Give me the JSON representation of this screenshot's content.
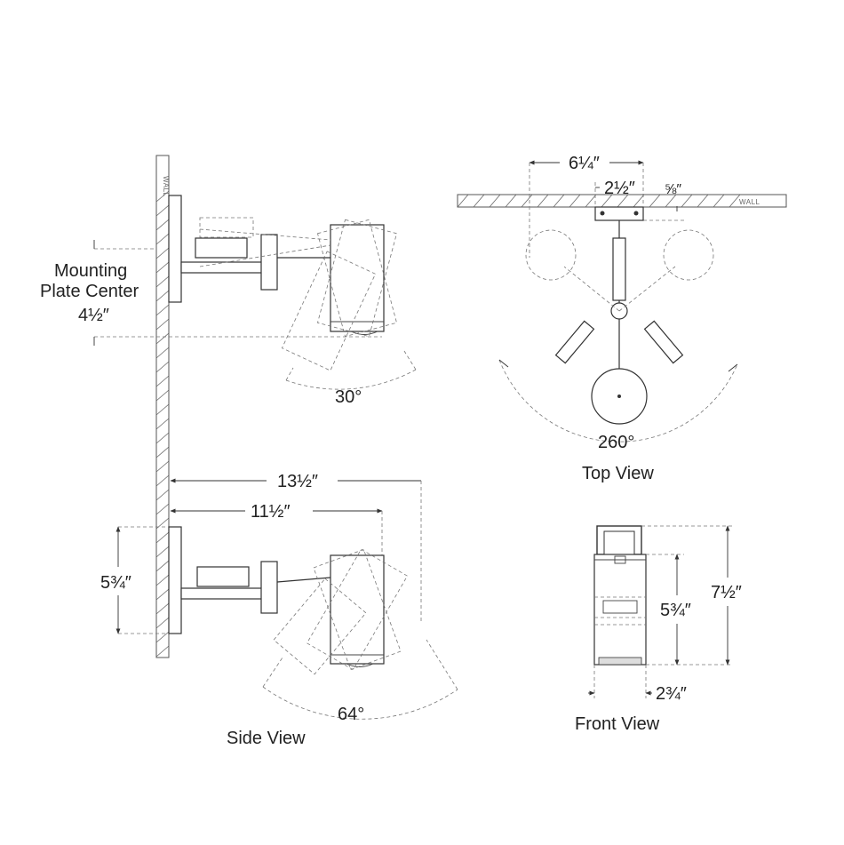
{
  "wall_label": "WALL",
  "side_view": {
    "caption": "Side View",
    "mounting_label_line1": "Mounting",
    "mounting_label_line2": "Plate Center",
    "mounting_dim": "4½″",
    "upper_angle": "30°",
    "lower_angle": "64°",
    "extension_max": "13½″",
    "extension_min": "11½″",
    "backplate_height": "5¾″"
  },
  "top_view": {
    "caption": "Top View",
    "width_dim": "6¼″",
    "plate_dim": "2½″",
    "plate_depth": "⅝″",
    "swivel_angle": "260°"
  },
  "front_view": {
    "caption": "Front View",
    "shade_height": "5¾″",
    "overall_height": "7½″",
    "shade_width": "2¾″"
  }
}
